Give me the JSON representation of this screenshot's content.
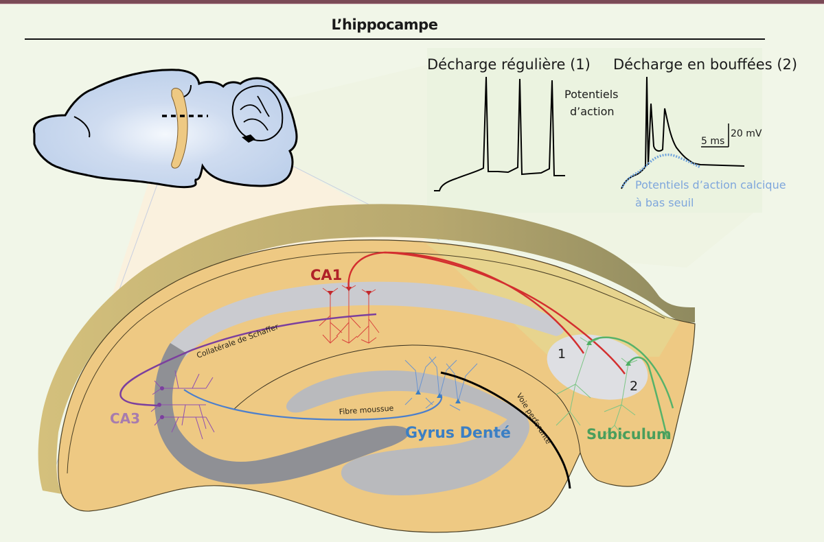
{
  "header": {
    "title": "L’hippocampe"
  },
  "traces": {
    "regular_title": "Décharge régulière (1)",
    "burst_title": "Décharge en bouffées (2)",
    "action_potentials_line1": "Potentiels",
    "action_potentials_line2": "d’action",
    "scale_time": "5 ms",
    "scale_voltage": "20 mV",
    "calcium_line1": "Potentiels d’action calcique",
    "calcium_line2": "à bas seuil"
  },
  "regions": {
    "ca1": "CA1",
    "ca3": "CA3",
    "dentate_gyrus": "Gyrus Denté",
    "subiculum": "Subiculum"
  },
  "pathways": {
    "schaffer": "Collatérale de Schaffer",
    "mossy_fiber": "Fibre moussue",
    "perforant_path": "Voie perforante"
  },
  "subiculum_cells": {
    "cell1": "1",
    "cell2": "2"
  },
  "colors": {
    "background": "#f1f6e8",
    "top_bar": "#7a4a56",
    "brain": "#c5d6ee",
    "hippocampus_slice": "#eec983",
    "slice_side": "#d6c27e",
    "cell_layer_light": "#c9cbcf",
    "cell_layer_dark": "#8f9095",
    "ca1_red": "#c1272d",
    "ca3_purple": "#7b3f9e",
    "ca3_label": "#a77cae",
    "dentate_blue": "#3b7fc4",
    "subiculum_green": "#4fae62",
    "calcium_blue": "#7ea6dc"
  }
}
